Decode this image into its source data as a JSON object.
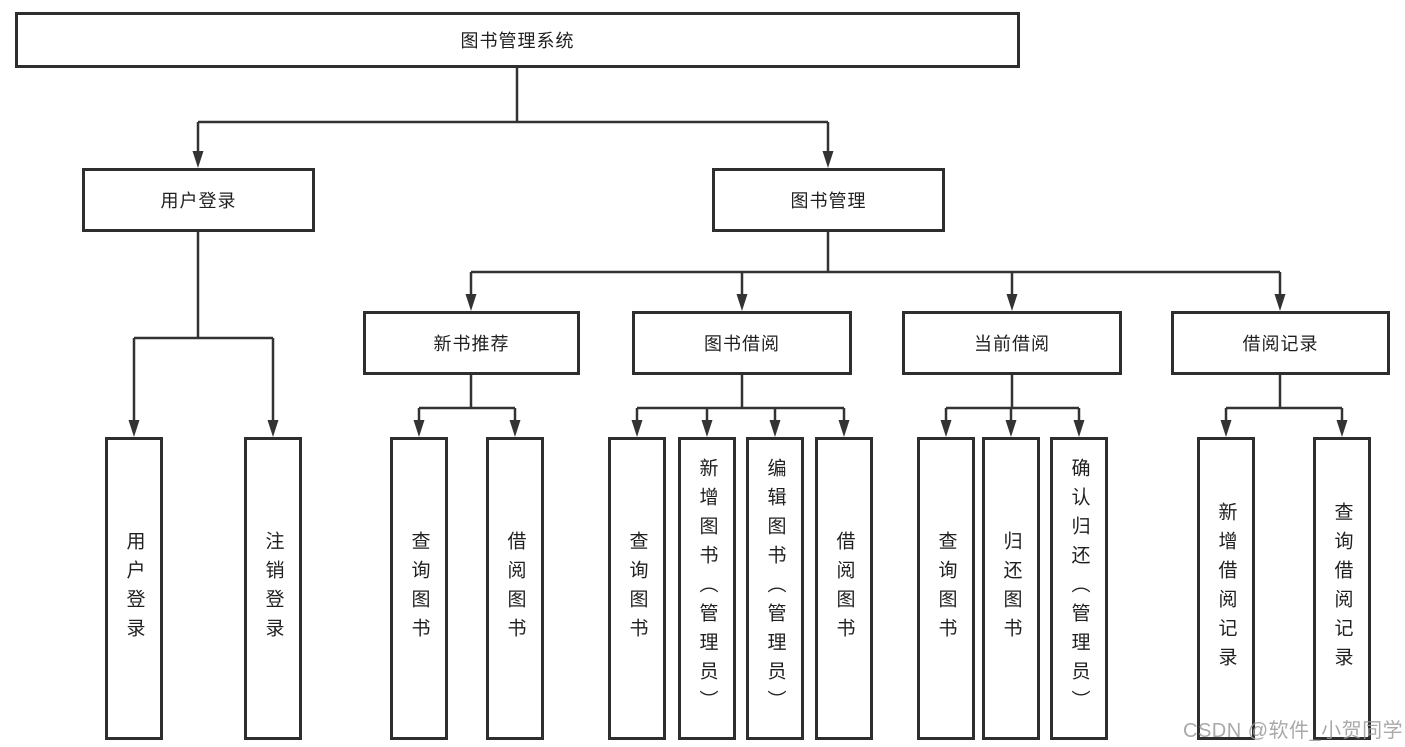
{
  "tree": {
    "root": {
      "label": "图书管理系统"
    },
    "branches": [
      {
        "label": "用户登录",
        "children": [
          {
            "label": "用户登录"
          },
          {
            "label": "注销登录"
          }
        ]
      },
      {
        "label": "图书管理",
        "children": [
          {
            "label": "新书推荐",
            "children": [
              {
                "label": "查询图书"
              },
              {
                "label": "借阅图书"
              }
            ]
          },
          {
            "label": "图书借阅",
            "children": [
              {
                "label": "查询图书"
              },
              {
                "label": "新增图书（管理员）"
              },
              {
                "label": "编辑图书（管理员）"
              },
              {
                "label": "借阅图书"
              }
            ]
          },
          {
            "label": "当前借阅",
            "children": [
              {
                "label": "查询图书"
              },
              {
                "label": "归还图书"
              },
              {
                "label": "确认归还（管理员）"
              }
            ]
          },
          {
            "label": "借阅记录",
            "children": [
              {
                "label": "新增借阅记录"
              },
              {
                "label": "查询借阅记录"
              }
            ]
          }
        ]
      }
    ]
  },
  "watermark": {
    "text": "CSDN @软件_小贺同学"
  },
  "colors": {
    "background": "#ffffff",
    "box_border": "#2e2e2e",
    "connector": "#333333",
    "label_text": "#1f1f1f",
    "watermark_text": "#9b9b9b"
  }
}
